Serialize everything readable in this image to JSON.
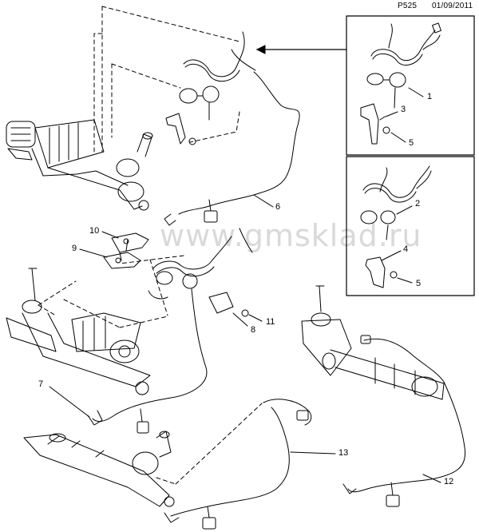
{
  "header": {
    "code": "P525",
    "date": "01/09/2011"
  },
  "watermark": "www.gmsklad.ru",
  "callouts": [
    {
      "id": "c1",
      "text": "1"
    },
    {
      "id": "c2",
      "text": "2"
    },
    {
      "id": "c3",
      "text": "3"
    },
    {
      "id": "c4",
      "text": "4"
    },
    {
      "id": "c5a",
      "text": "5"
    },
    {
      "id": "c5b",
      "text": "5"
    },
    {
      "id": "c6",
      "text": "6"
    },
    {
      "id": "c7",
      "text": "7"
    },
    {
      "id": "c8",
      "text": "8"
    },
    {
      "id": "c9",
      "text": "9"
    },
    {
      "id": "c10",
      "text": "10"
    },
    {
      "id": "c11",
      "text": "11"
    },
    {
      "id": "c12",
      "text": "12"
    },
    {
      "id": "c13",
      "text": "13"
    }
  ],
  "colors": {
    "line": "#000000",
    "watermark": "#d9d9d9",
    "fill": "#ffffff",
    "shade": "#bfbfbf"
  }
}
